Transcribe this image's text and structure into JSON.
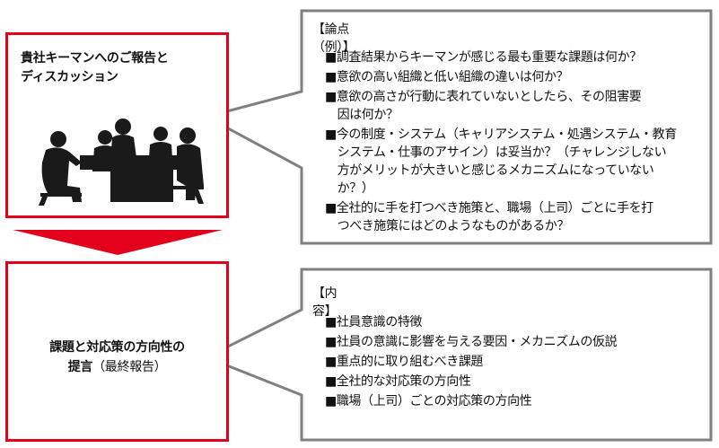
{
  "top_box": {
    "title": "貴社キーマンへのご報告と\nディスカッション",
    "image_icon": "meeting-people-silhouette-icon"
  },
  "bottom_box": {
    "title_bold": "課題と対応策の方向性の",
    "title_bold2": "提言",
    "title_normal": "（最終報告）"
  },
  "top_panel": {
    "heading": "【論点（例）】",
    "items": [
      [
        "■調査結果からキーマンが感じる最も重要な課題は何か？"
      ],
      [
        "■意欲の高い組織と低い組織の違いは何か？"
      ],
      [
        "■意欲の高さが行動に表れていないとしたら、その阻害要",
        "　因は何か？"
      ],
      [
        "■今の制度・システム（キャリアシステム・処遇システム・教育",
        "　システム・仕事のアサイン）は妥当か？（チャレンジしない",
        "　方がメリットが大きいと感じるメカニズムになっていない",
        "　か？）"
      ],
      [
        "■全社的に手を打つべき施策と、職場（上司）ごとに手を打",
        "　つべき施策にはどのようなものがあるか？"
      ]
    ]
  },
  "bottom_panel": {
    "heading": "【内容】",
    "items": [
      "■社員意識の特徴",
      "■社員の意識に影響を与える要因・メカニズムの仮説",
      "■重点的に取り組むべき課題",
      "■全社的な対応策の方向性",
      "■職場（上司）ごとの対応策の方向性"
    ]
  },
  "colors": {
    "red": "#e3001b",
    "gray": "#808080",
    "silhouette": "#1a1a1a"
  }
}
